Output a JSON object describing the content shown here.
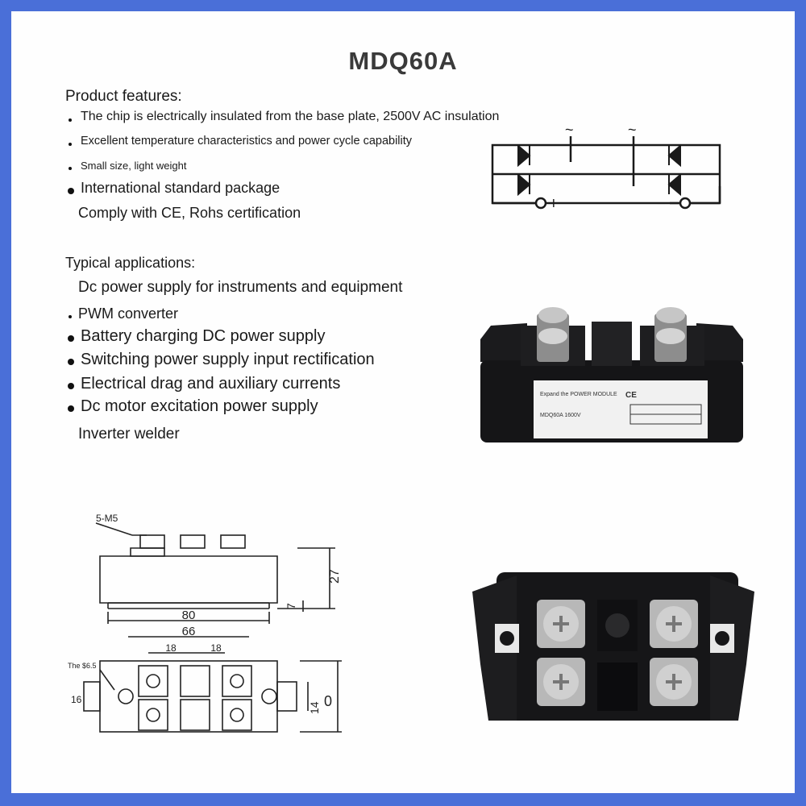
{
  "title": "MDQ60A",
  "features": {
    "heading": "Product features:",
    "items": [
      "The chip is electrically insulated from the base plate, 2500V AC insulation",
      "Excellent temperature characteristics and power cycle capability",
      "Small size, light weight",
      "International standard package",
      "Comply with CE, Rohs certification"
    ]
  },
  "applications": {
    "heading": "Typical applications:",
    "items": [
      "Dc power supply for instruments and equipment",
      "PWM converter",
      "Battery charging DC power supply",
      "Switching power supply input rectification",
      "Electrical drag and auxiliary currents",
      "Dc motor excitation power supply",
      "Inverter welder"
    ]
  },
  "schematic": {
    "ac1": "~",
    "ac2": "~",
    "plus": "+",
    "minus": "−"
  },
  "product_label": {
    "brand": "Expand the POWER MODULE",
    "ce": "CE",
    "model": "MDQ60A 1600V"
  },
  "drawing": {
    "screw_note": "5-M5",
    "hole_note": "The $6.5",
    "dim_height": "27",
    "dim_base": "7",
    "dim_length": "80",
    "dim_pitch": "66",
    "dim_gap1": "18",
    "dim_gap2": "18",
    "dim_side": "16",
    "dim_width1": "14",
    "dim_width2": "0"
  }
}
